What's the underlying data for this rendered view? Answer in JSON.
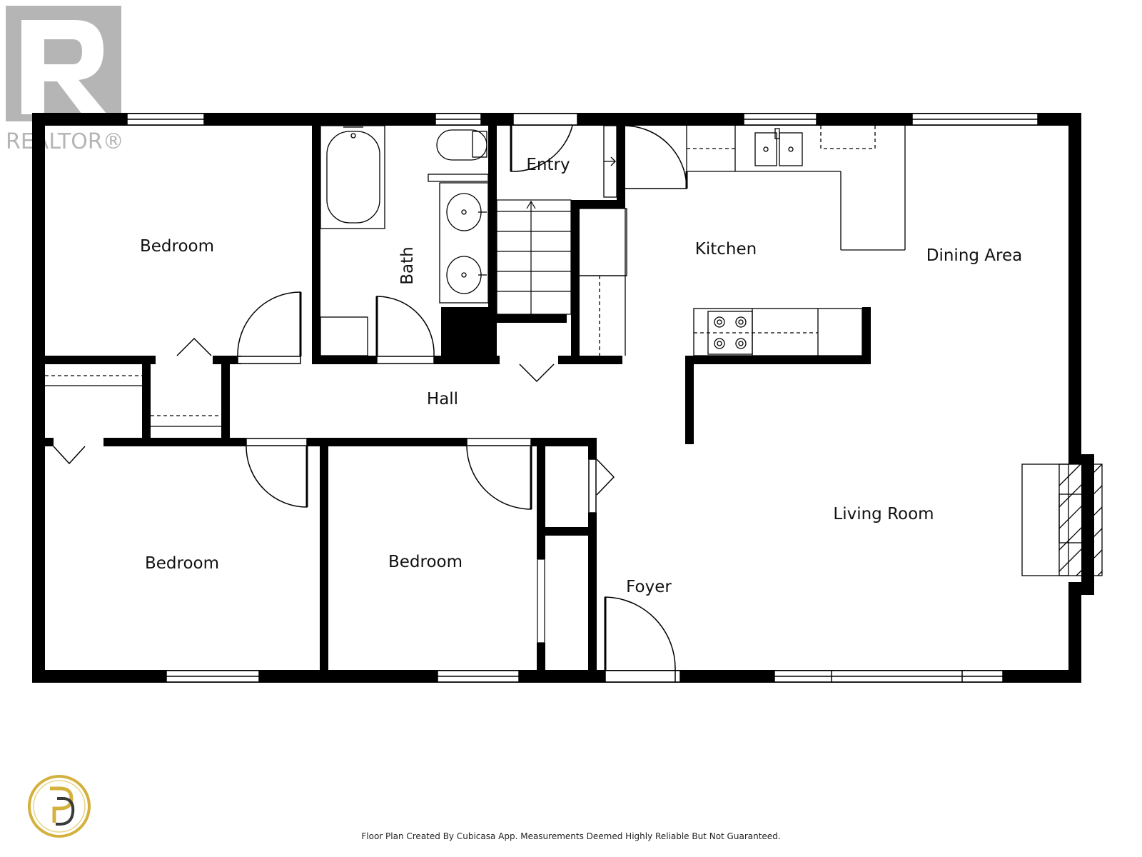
{
  "branding": {
    "realtor_logo_text": "REALTOR®",
    "brokerage_logo_monogram": "PB"
  },
  "rooms": {
    "bedroom_top_left": "Bedroom",
    "bath": "Bath",
    "entry": "Entry",
    "kitchen": "Kitchen",
    "dining_area": "Dining Area",
    "hall": "Hall",
    "bedroom_bottom_left": "Bedroom",
    "bedroom_bottom_middle": "Bedroom",
    "foyer": "Foyer",
    "living_room": "Living Room"
  },
  "footer": {
    "disclaimer": "Floor Plan Created By Cubicasa App. Measurements Deemed Highly Reliable But Not Guaranteed."
  },
  "colors": {
    "wall": "#000000",
    "realtor_logo": "#b5b5b5",
    "brokerage_gold": "#d4b13c"
  }
}
